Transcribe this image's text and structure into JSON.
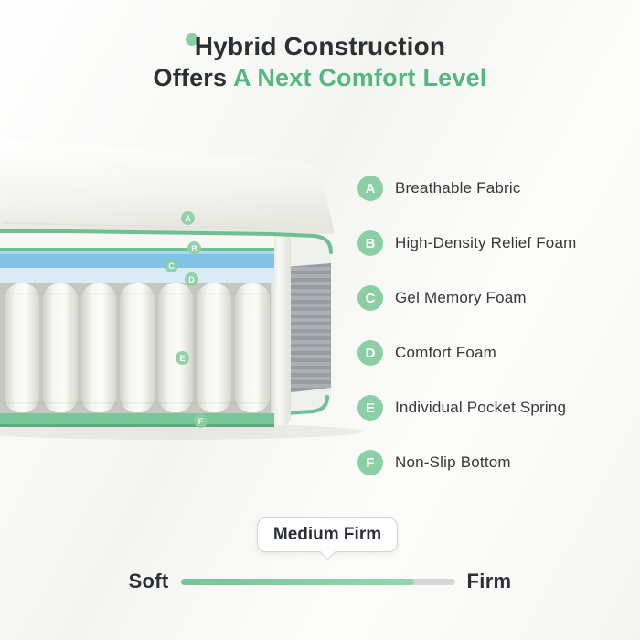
{
  "title": {
    "line1": "Hybrid Construction",
    "line2_prefix": "Offers ",
    "line2_highlight": "A Next Comfort Level"
  },
  "legend": {
    "items": [
      {
        "key": "A",
        "label": "Breathable Fabric"
      },
      {
        "key": "B",
        "label": "High-Density Relief Foam"
      },
      {
        "key": "C",
        "label": "Gel Memory Foam"
      },
      {
        "key": "D",
        "label": "Comfort Foam"
      },
      {
        "key": "E",
        "label": "Individual Pocket Spring"
      },
      {
        "key": "F",
        "label": "Non-Slip Bottom"
      }
    ]
  },
  "firmness": {
    "badge": "Medium Firm",
    "left_label": "Soft",
    "right_label": "Firm",
    "fill_percent": 85,
    "fill_style": "width:85%"
  },
  "colors": {
    "accent-green": "#53b87e",
    "marker-green": "#8ccfa4",
    "piping-green": "#6fbf92",
    "bottom-green": "#79c699",
    "gel-blue": "#81c2e7",
    "comfort-blue": "#d9ecf6",
    "bar-green": "#7ecb9f",
    "bar-gray": "#d5d7d9",
    "text-dark": "#2c2f35",
    "side-gray": "#a7acb0"
  }
}
